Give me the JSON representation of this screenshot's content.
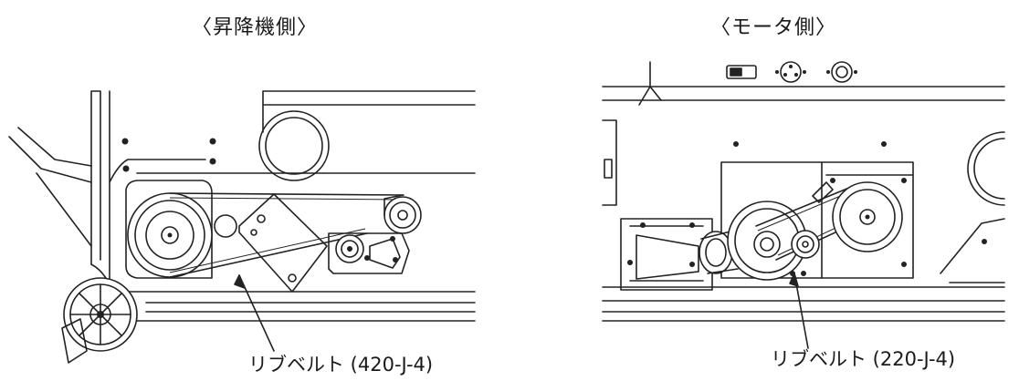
{
  "left_panel": {
    "title": "〈昇降機側〉",
    "callout": "リブベルト (420-J-4)"
  },
  "right_panel": {
    "title": "〈モータ側〉",
    "callout": "リブベルト (220-J-4)"
  },
  "colors": {
    "line": "#222222",
    "background": "#ffffff"
  }
}
